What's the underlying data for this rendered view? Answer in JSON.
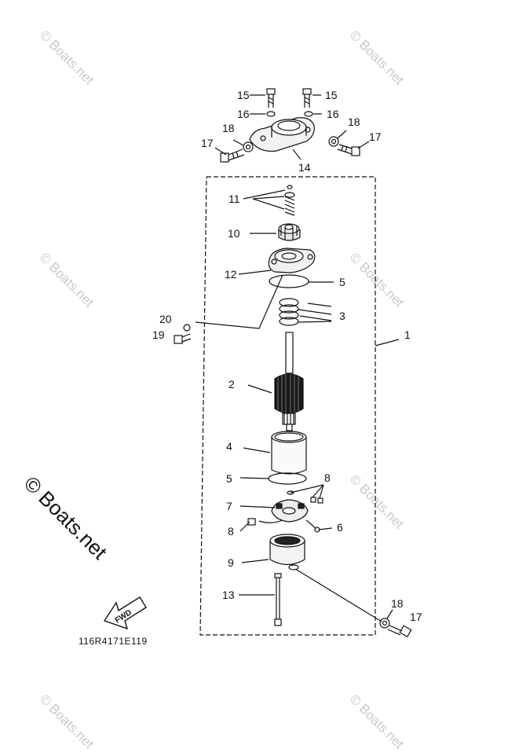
{
  "watermark": "© Boats.net",
  "diagram_code": "116R4171E119",
  "fwd_label": "FWD",
  "callouts": {
    "c15a": "15",
    "c15b": "15",
    "c16a": "16",
    "c16b": "16",
    "c18a": "18",
    "c18b": "18",
    "c17a": "17",
    "c17b": "17",
    "c14": "14",
    "c11": "11",
    "c10": "10",
    "c12": "12",
    "c5a": "5",
    "c3": "3",
    "c20": "20",
    "c19": "19",
    "c1": "1",
    "c2": "2",
    "c4": "4",
    "c5b": "5",
    "c8a": "8",
    "c7": "7",
    "c8b": "8",
    "c6": "6",
    "c9": "9",
    "c13": "13",
    "c18c": "18",
    "c17c": "17"
  }
}
